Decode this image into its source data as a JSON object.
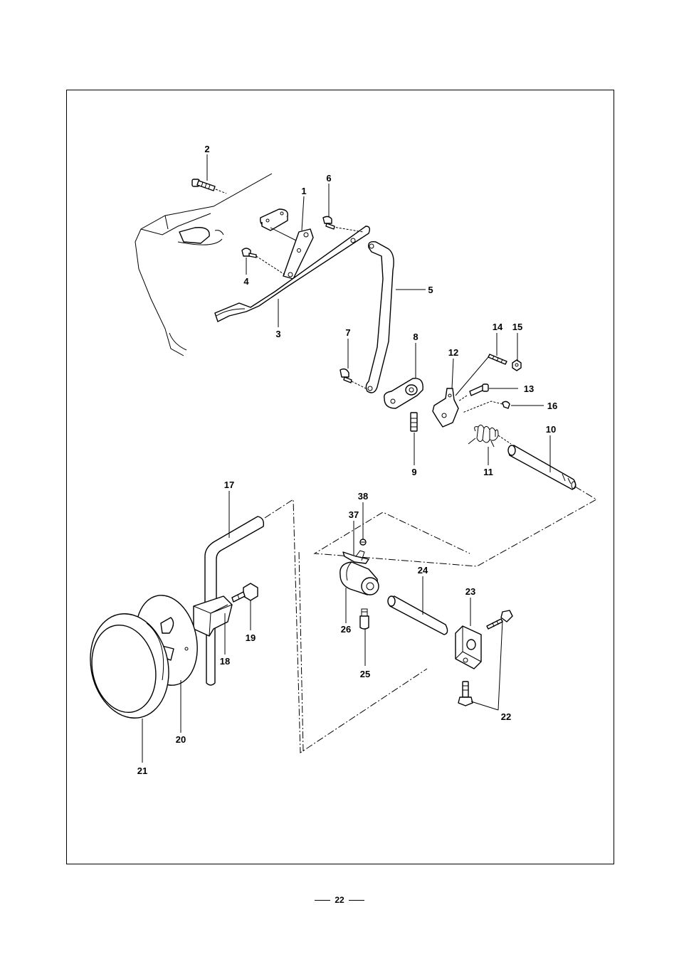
{
  "page_number": "22",
  "callouts": {
    "c1": "1",
    "c2": "2",
    "c3": "3",
    "c4": "4",
    "c5": "5",
    "c6": "6",
    "c7": "7",
    "c8": "8",
    "c9": "9",
    "c10": "10",
    "c11": "11",
    "c12": "12",
    "c13": "13",
    "c14": "14",
    "c15": "15",
    "c16": "16",
    "c17": "17",
    "c18": "18",
    "c19": "19",
    "c20": "20",
    "c21": "21",
    "c22": "22",
    "c23": "23",
    "c24": "24",
    "c25": "25",
    "c26": "26",
    "c37": "37",
    "c38": "38"
  }
}
